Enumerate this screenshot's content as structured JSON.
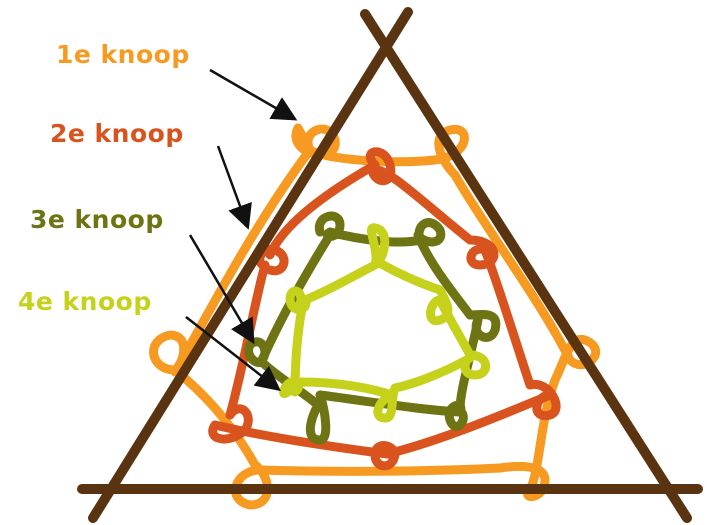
{
  "labels": [
    {
      "text": "1e knoop",
      "color": "#f79a22"
    },
    {
      "text": "2e knoop",
      "color": "#d9531e"
    },
    {
      "text": "3e knoop",
      "color": "#6e7313"
    },
    {
      "text": "4e knoop",
      "color": "#c6d11b"
    }
  ],
  "colors": {
    "frame": "#5a3410",
    "arrow": "#111111",
    "rope_1": "#f79a22",
    "rope_2": "#d9531e",
    "rope_3": "#6e7313",
    "rope_4": "#c6d11b"
  }
}
